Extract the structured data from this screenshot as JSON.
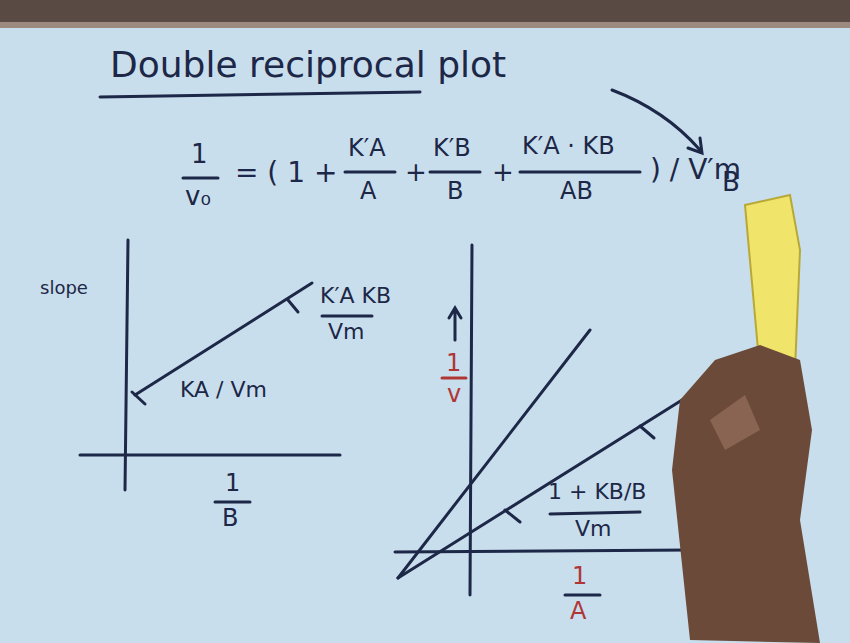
{
  "diagram": {
    "title": "Double reciprocal plot",
    "labels": [
      "1",
      "v₀",
      "= ( 1 +",
      "K′A",
      "A",
      "+",
      "K′B",
      "B",
      "+",
      "K′A · KB",
      "AB",
      ") / V′m",
      "slope",
      "K′A KB",
      "Vm",
      "KA / Vm",
      "1",
      "B",
      "1",
      "v",
      "1 + KB/B",
      "Vm",
      "1",
      "A",
      "B"
    ]
  }
}
